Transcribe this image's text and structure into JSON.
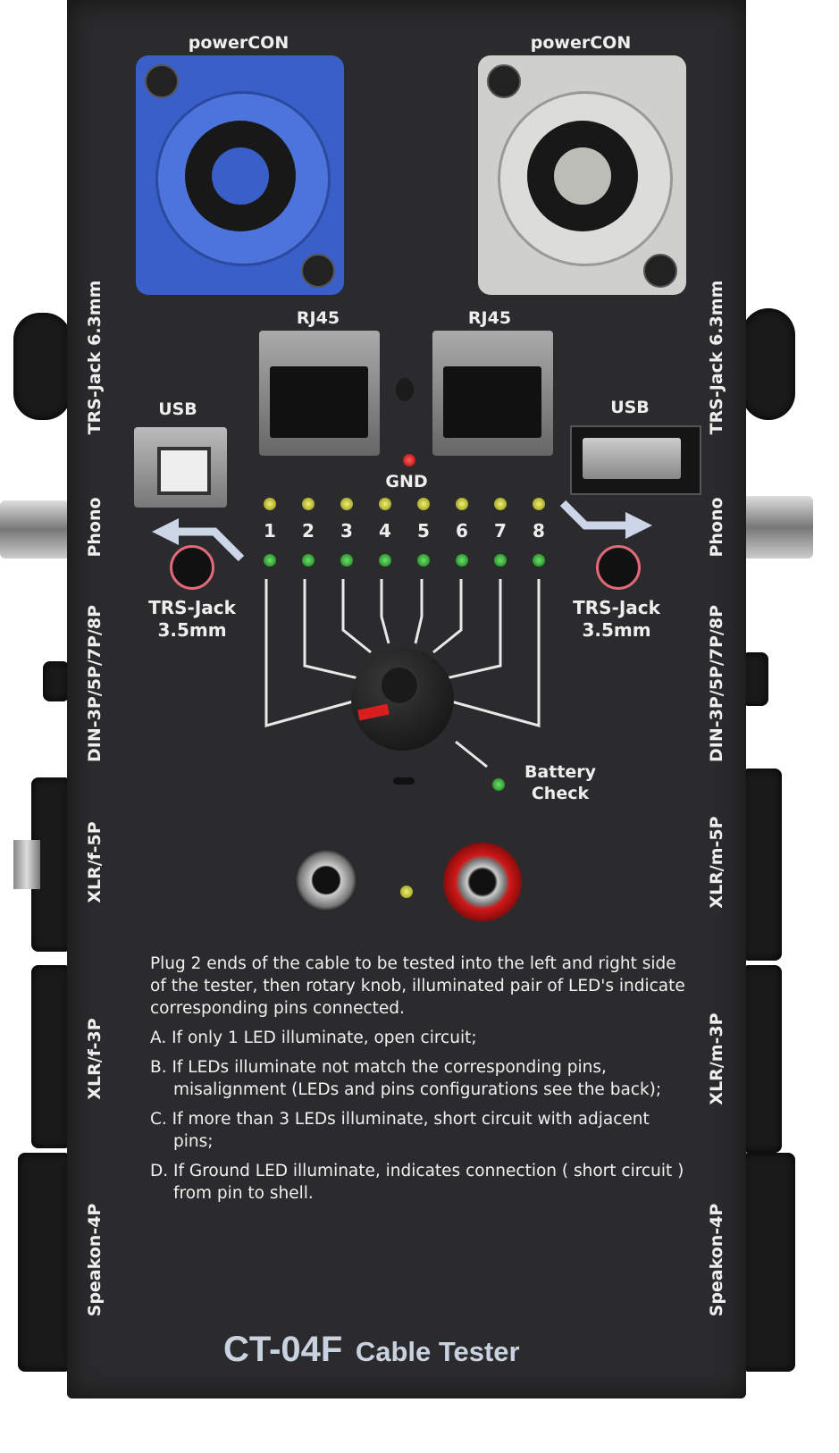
{
  "device": {
    "model": "CT-04F",
    "name": "Cable Tester"
  },
  "top_connectors": [
    {
      "label": "powerCON",
      "color": "#3a5fc8"
    },
    {
      "label": "powerCON",
      "color": "#cfcfcb"
    }
  ],
  "rj45": [
    "RJ45",
    "RJ45"
  ],
  "usb": [
    "USB",
    "USB"
  ],
  "gnd_label": "GND",
  "pins": [
    "1",
    "2",
    "3",
    "4",
    "5",
    "6",
    "7",
    "8"
  ],
  "trs_small": [
    "TRS-Jack\n3.5mm",
    "TRS-Jack\n3.5mm"
  ],
  "battery_check": "Battery\nCheck",
  "left_side": [
    "TRS-Jack 6.3mm",
    "Phono",
    "DIN-3P/5P/7P/8P",
    "XLR/f-5P",
    "XLR/f-3P",
    "Speakon-4P"
  ],
  "right_side": [
    "TRS-Jack 6.3mm",
    "Phono",
    "DIN-3P/5P/7P/8P",
    "XLR/m-5P",
    "XLR/m-3P",
    "Speakon-4P"
  ],
  "instructions": {
    "intro": "Plug 2 ends of the cable to be tested into the left and right side of the tester, then rotary knob, illuminated pair of LED's indicate corresponding pins connected.",
    "a": "A. If only 1 LED illuminate,  open circuit;",
    "b": "B. If LEDs illuminate not match the corresponding pins, misalignment (LEDs and pins configurations see the back);",
    "c": "C. If more than 3 LEDs illuminate, short circuit with adjacent pins;",
    "d": "D. If Ground LED illuminate, indicates connection ( short circuit )  from pin to shell."
  }
}
